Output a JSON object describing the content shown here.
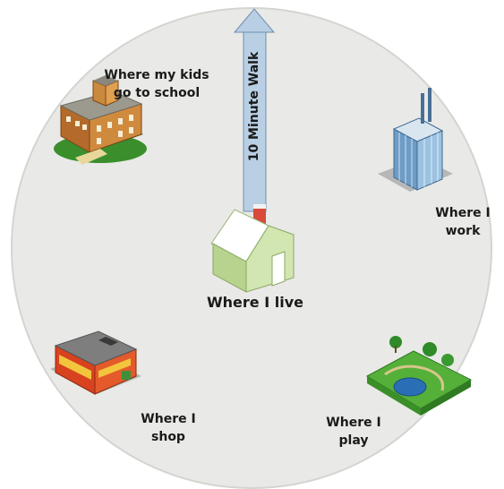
{
  "arrow_label": "10 Minute Walk",
  "center_label": "Where I live",
  "places": {
    "school": [
      "Where my kids",
      "go to school"
    ],
    "work": [
      "Where I",
      "work"
    ],
    "shop": [
      "Where I",
      "shop"
    ],
    "play": [
      "Where I",
      "play"
    ]
  },
  "colors": {
    "circle_fill": "#e9e9e7",
    "circle_stroke": "#d0d0cc",
    "arrow_fill": "#b9cfe4",
    "arrow_stroke": "#5f7f9f",
    "house_wall": "#c9dfa6",
    "house_roof": "#ffffff",
    "building_glass": "#8fb6d9",
    "school_brick": "#c0782f",
    "park_green": "#5fb53a"
  }
}
